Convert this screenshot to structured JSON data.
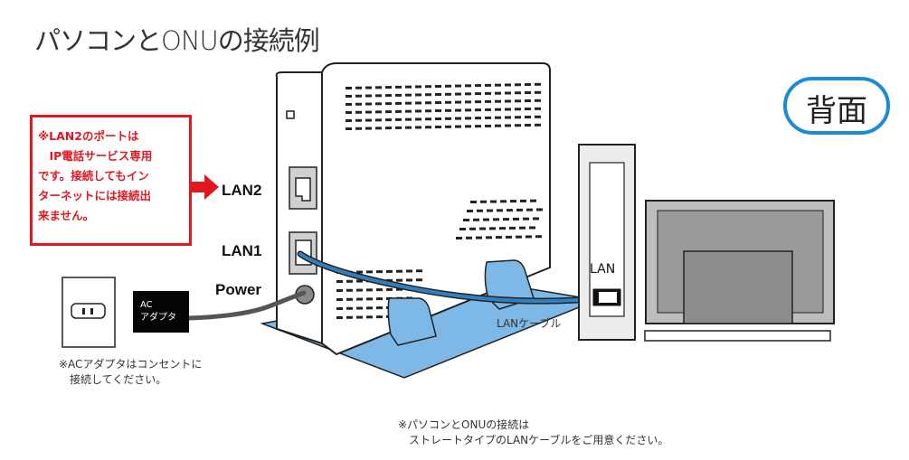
{
  "title": "パソコンとONUの接続例",
  "badge": "背面",
  "warning": {
    "lines": [
      "※LAN2のポートは",
      "　IP電話サービス専用",
      "です。接続してもイン",
      "ターネットには接続出",
      "来ません。"
    ]
  },
  "ports": {
    "lan2": "LAN2",
    "lan1": "LAN1",
    "power": "Power"
  },
  "ac_adapter": {
    "line1": "AC",
    "line2": "アダプタ"
  },
  "pc_port_label": "LAN",
  "cable_label": "LANケーブル",
  "ac_note": {
    "line1": "※ACアダプタはコンセントに",
    "line2": "　接続してください。"
  },
  "cable_note": {
    "line1": "※パソコンとONUの接続は",
    "line2": "　ストレートタイプのLANケーブルをご用意ください。"
  },
  "colors": {
    "warning_red": "#e01920",
    "cable_blue": "#2f7fc1",
    "stand_blue": "#7eb8e6",
    "badge_border": "#1c8bd6"
  }
}
